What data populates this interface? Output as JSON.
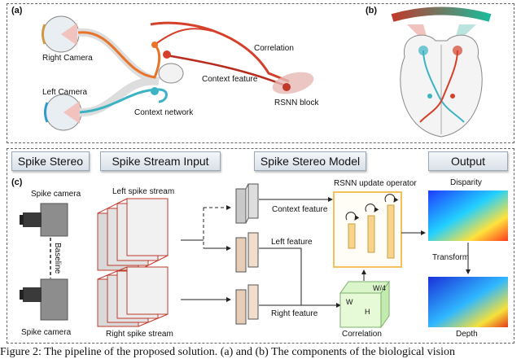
{
  "panel_a": {
    "label": "(a)",
    "right_camera": "Right Camera",
    "left_camera": "Left Camera",
    "correlation": "Correlation",
    "context_feature": "Context feature",
    "context_network": "Context network",
    "rsnn_block": "RSNN block"
  },
  "panel_b": {
    "label": "(b)"
  },
  "headers": {
    "spike_stereo": "Spike Stereo",
    "spike_stream_input": "Spike Stream Input",
    "spike_stereo_model": "Spike Stereo Model",
    "output": "Output"
  },
  "panel_c": {
    "label": "(c)",
    "spike_camera_top": "Spike camera",
    "spike_camera_bottom": "Spike camera",
    "baseline": "Baseline",
    "left_spike_stream": "Left spike stream",
    "right_spike_stream": "Right spike stream",
    "context_feature": "Context feature",
    "left_feature": "Left feature",
    "right_feature": "Right feature",
    "rsnn_update_operator": "RSNN update operator",
    "disparity": "Disparity",
    "transform": "Transform",
    "depth": "Depth",
    "correlation": "Correlation",
    "dim_w4": "W/4",
    "dim_w": "W",
    "dim_h": "H"
  },
  "caption": "Figure 2: The pipeline of the proposed solution. (a) and (b) The components of the biological vision"
}
